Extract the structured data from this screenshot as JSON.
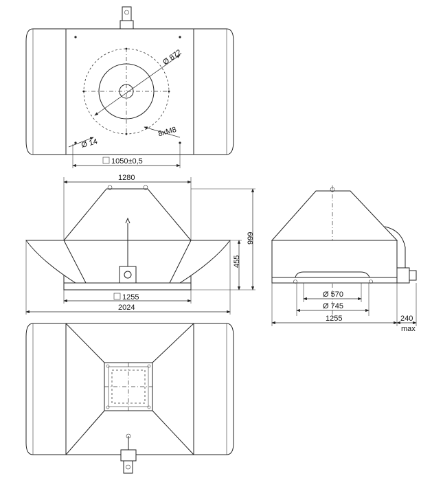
{
  "top_view": {
    "dim_diameter_pcd": "Ø 872",
    "dim_bolts": "8xM8",
    "dim_hole": "Ø 14",
    "dim_bolt_spacing": "1050±0,5"
  },
  "front_view": {
    "dim_top_width": "1280",
    "dim_height_total": "999",
    "dim_height_lower": "455",
    "dim_base": "1255",
    "dim_overall_width": "2024"
  },
  "side_view": {
    "dim_inner_diameter": "Ø 570",
    "dim_outer_diameter": "Ø 745",
    "dim_width": "1255",
    "dim_motor": "240",
    "dim_motor_sub": "max"
  }
}
